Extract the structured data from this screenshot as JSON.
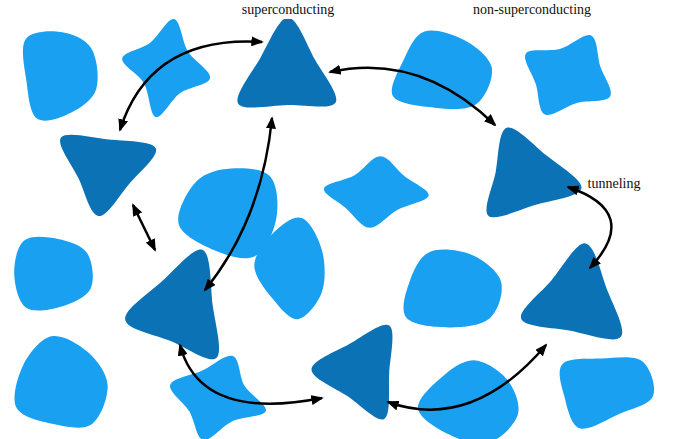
{
  "diagram": {
    "labels": [
      "superconducting",
      "non-superconducting",
      "tunneling"
    ]
  }
}
